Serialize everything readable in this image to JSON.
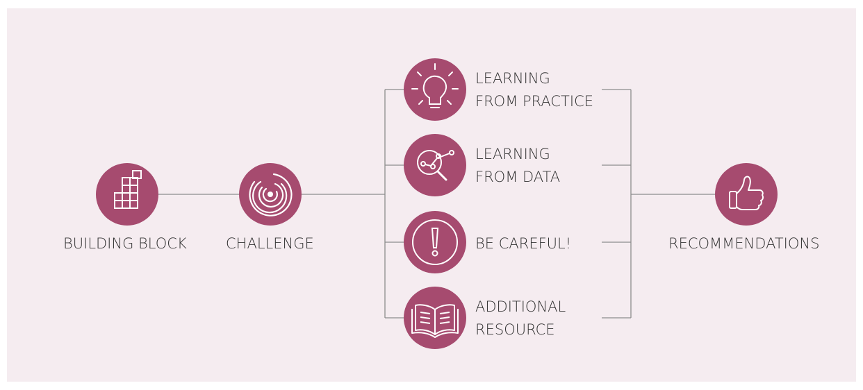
{
  "colors": {
    "background": "#f5ecf0",
    "node": "#a64b6f",
    "icon": "#ffffff",
    "connector": "#8c8c8c",
    "text": "#333333"
  },
  "nodes": {
    "building_block": {
      "label": "BUILDING BLOCK",
      "icon": "blocks-icon"
    },
    "challenge": {
      "label": "CHALLENGE",
      "icon": "maze-icon"
    },
    "learning_practice": {
      "label_1": "LEARNING",
      "label_2": "FROM PRACTICE",
      "icon": "lightbulb-icon"
    },
    "learning_data": {
      "label_1": "LEARNING",
      "label_2": "FROM DATA",
      "icon": "data-search-icon"
    },
    "be_careful": {
      "label": "BE CAREFUL!",
      "icon": "exclamation-icon"
    },
    "additional_resource": {
      "label_1": "ADDITIONAL",
      "label_2": "RESOURCE",
      "icon": "book-icon"
    },
    "recommendations": {
      "label": "RECOMMENDATIONS",
      "icon": "thumbs-up-icon"
    }
  }
}
